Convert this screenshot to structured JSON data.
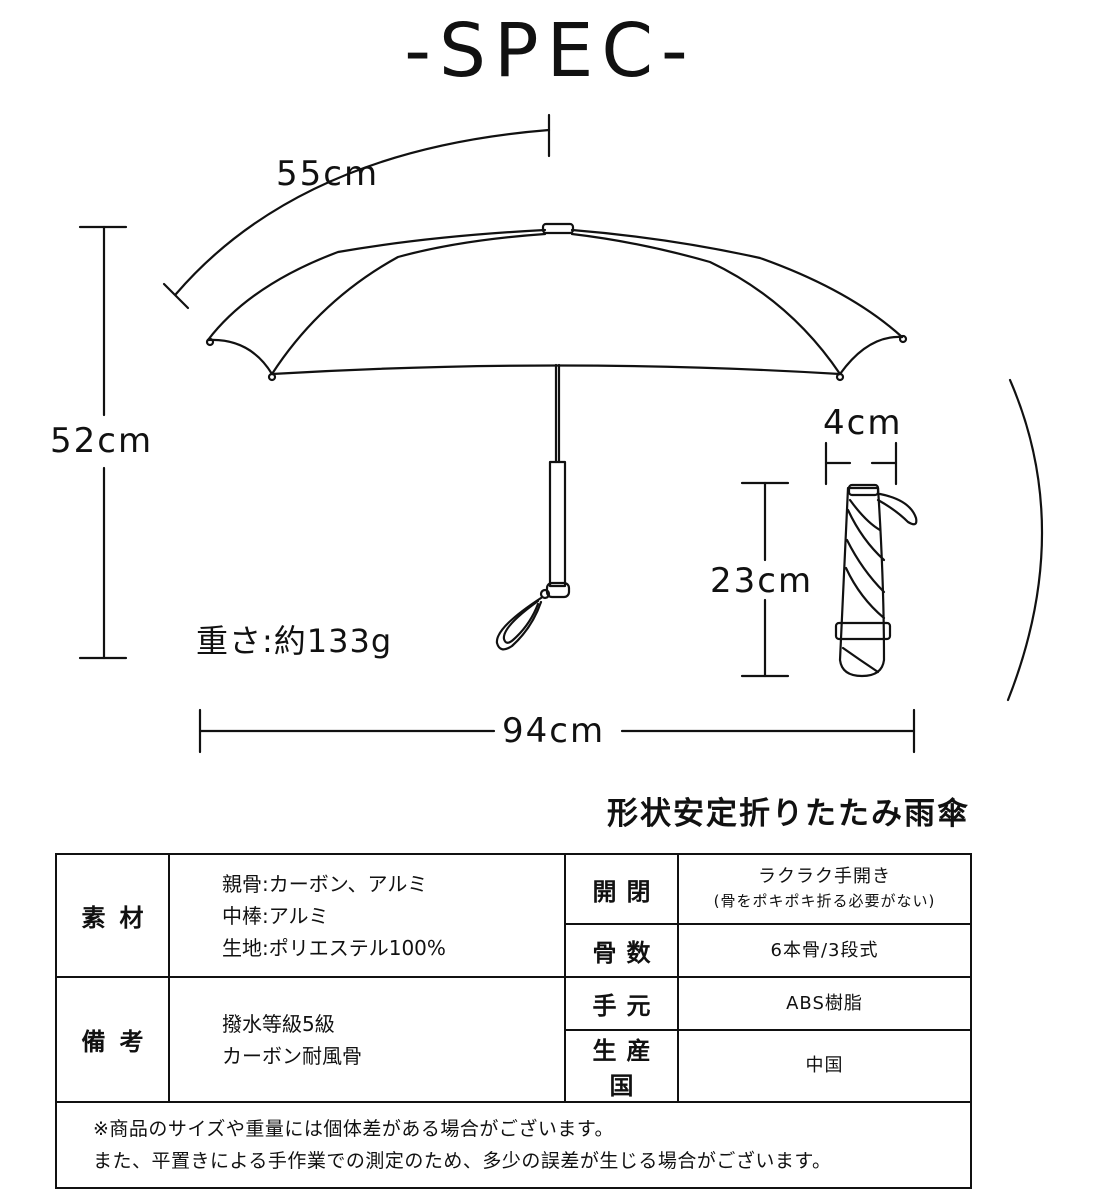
{
  "title": "-SPEC-",
  "dimensions": {
    "arc_length": "55cm",
    "height": "52cm",
    "width": "94cm",
    "folded_width": "4cm",
    "folded_length": "23cm"
  },
  "weight": "重さ:約133g",
  "product_name": "形状安定折りたたみ雨傘",
  "spec_table": {
    "material_label": "素材",
    "material_lines": [
      "親骨:カーボン、アルミ",
      "中棒:アルミ",
      "生地:ポリエステル100%"
    ],
    "remarks_label": "備考",
    "remarks_lines": [
      "撥水等級5級",
      "カーボン耐風骨"
    ],
    "opening_label": "開閉",
    "opening_value": "ラクラク手開き",
    "opening_note": "(骨をポキポキ折る必要がない)",
    "ribs_label": "骨数",
    "ribs_value": "6本骨/3段式",
    "handle_label": "手元",
    "handle_value": "ABS樹脂",
    "origin_label": "生産国",
    "origin_value": "中国",
    "notes": [
      "※商品のサイズや重量には個体差がある場合がございます。",
      "また、平置きによる手作業での測定のため、多少の誤差が生じる場合がございます。"
    ]
  },
  "colors": {
    "line": "#111111",
    "background": "#ffffff"
  }
}
